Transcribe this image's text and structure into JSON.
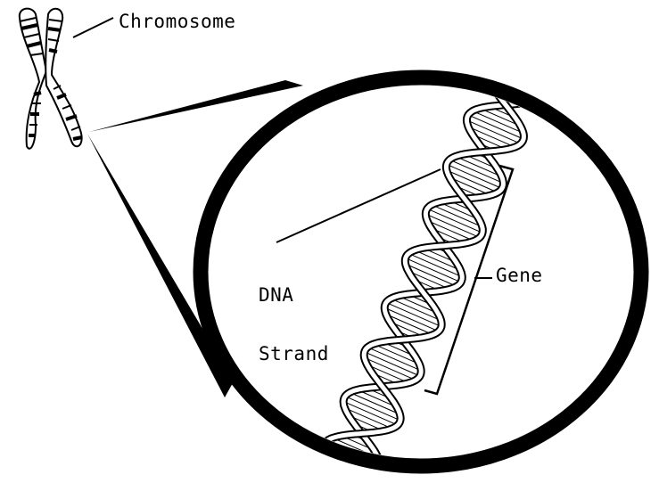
{
  "labels": {
    "chromosome": "Chromosome",
    "dna_line1": "DNA",
    "dna_line2": "Strand",
    "gene": "Gene"
  },
  "colors": {
    "ink": "#000000",
    "background": "#ffffff"
  },
  "icons": [
    "chromosome-icon",
    "magnifier-circle",
    "dna-helix-icon"
  ]
}
